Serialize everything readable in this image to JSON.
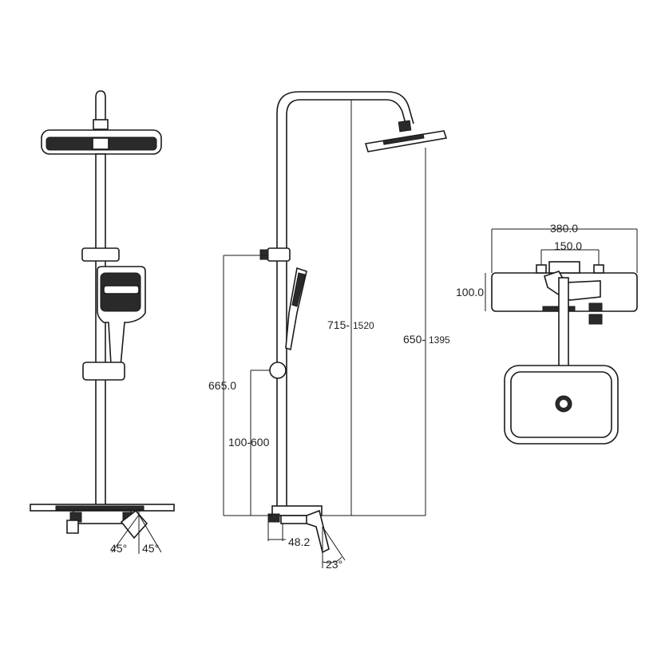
{
  "front_view": {
    "angle_left": "45°",
    "angle_right": "45°"
  },
  "side_view": {
    "dim_slide_height": "665.0",
    "dim_slide_range": "100-600",
    "dim_total_height_a": "715-",
    "dim_total_height_b": "1520",
    "dim_head_height_a": "650-",
    "dim_head_height_b": "1395",
    "dim_spout_offset": "48.2",
    "dim_spout_angle": "23°"
  },
  "top_view": {
    "dim_width": "380.0",
    "dim_centers": "150.0",
    "dim_depth": "100.0"
  },
  "colors": {
    "line": "#1a1a1a",
    "fill_dark": "#2a2a2a",
    "background": "#ffffff"
  }
}
